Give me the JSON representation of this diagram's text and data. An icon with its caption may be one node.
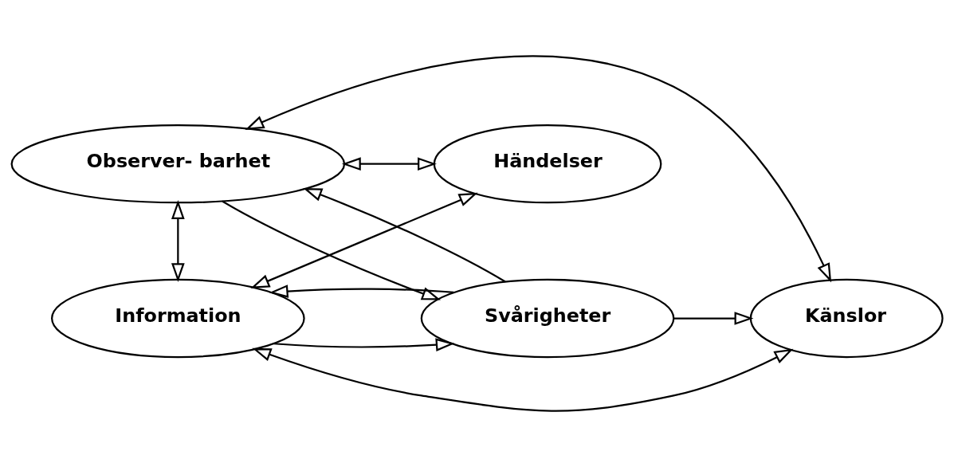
{
  "diagram": {
    "nodes": [
      {
        "text": [
          "Observer- barhet"
        ]
      },
      {
        "text": [
          "Händelser"
        ]
      },
      {
        "text": [
          "Känslor"
        ]
      },
      {
        "text": [
          "Svårigheter"
        ]
      },
      {
        "text": [
          "Information"
        ]
      }
    ],
    "edges": [
      {
        "from": 0,
        "to": 1,
        "arrow": "both"
      },
      {
        "from": 0,
        "to": 2,
        "arrow": "both"
      },
      {
        "from": 0,
        "to": 4,
        "arrow": "both"
      },
      {
        "from": 1,
        "to": 4,
        "arrow": "both"
      },
      {
        "from": 2,
        "to": 4,
        "arrow": "both"
      },
      {
        "from": 3,
        "to": 2,
        "arrow": "to"
      },
      {
        "from": 3,
        "to": 0,
        "arrow": "to"
      },
      {
        "from": 0,
        "to": 3,
        "arrow": "to"
      },
      {
        "from": 4,
        "to": 3,
        "arrow": "to"
      },
      {
        "from": 3,
        "to": 4,
        "arrow": "to"
      }
    ]
  }
}
